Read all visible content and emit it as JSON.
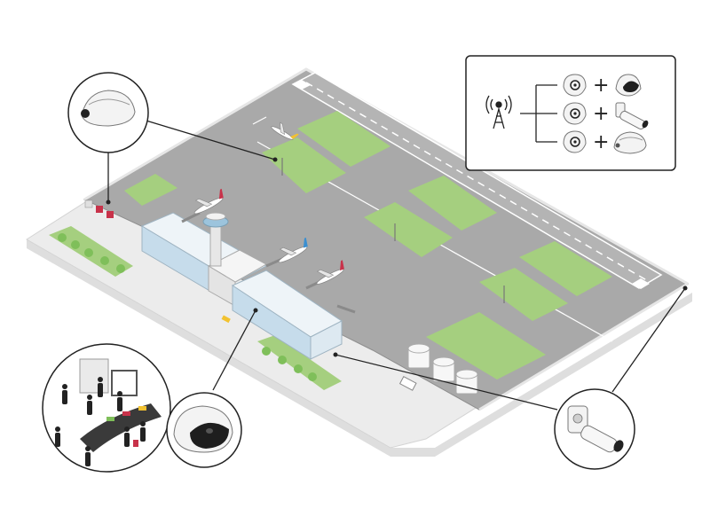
{
  "legend": {
    "plus_symbol": "+",
    "rows": [
      {
        "left": "fisheye-camera-icon",
        "right": "mini-dome-camera-icon"
      },
      {
        "left": "fisheye-camera-icon",
        "right": "bullet-camera-icon"
      },
      {
        "left": "fisheye-camera-icon",
        "right": "dome-camera-icon"
      }
    ],
    "source": "radio-tower-icon"
  },
  "callouts": [
    {
      "name": "callout-dome-camera",
      "icon": "dome-camera-icon"
    },
    {
      "name": "callout-terminal-interior",
      "icon": "terminal-interior-scene"
    },
    {
      "name": "callout-mini-dome-camera",
      "icon": "mini-dome-camera-icon"
    },
    {
      "name": "callout-bullet-camera",
      "icon": "bullet-camera-icon"
    }
  ],
  "colors": {
    "tarmac": "#a6a6a6",
    "grass": "#a5cf7f",
    "pavement": "#ebebeb",
    "building": "#cfe3ef",
    "accent_red": "#c8324a",
    "accent_blue": "#3a8fd1",
    "accent_yellow": "#f2c230"
  }
}
